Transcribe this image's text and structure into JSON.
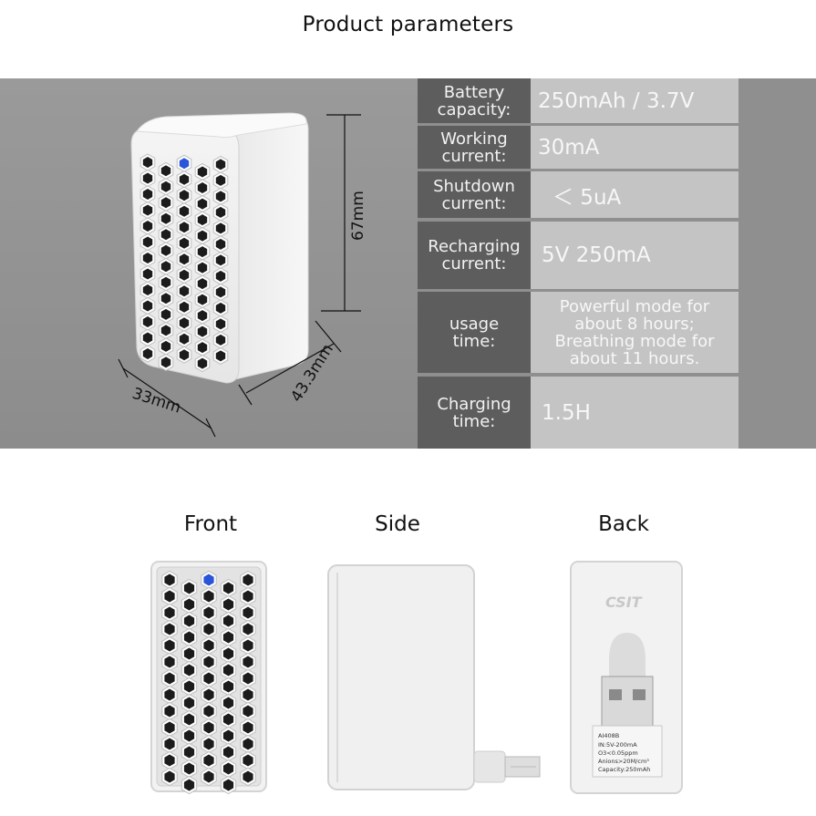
{
  "title": "Product parameters",
  "params": [
    {
      "label": "Battery\ncapacity:",
      "value": "250mAh / 3.7V"
    },
    {
      "label": "Working\ncurrent:",
      "value": "30mA"
    },
    {
      "label": "Shutdown\ncurrent:",
      "value": "＜ 5uA"
    },
    {
      "label": "Recharging\ncurrent:",
      "value": "5V 250mA"
    },
    {
      "label": "usage\ntime:",
      "value": "Powerful mode for about 8 hours; Breathing mode for about 11 hours."
    },
    {
      "label": "Charging\ntime:",
      "value": "1.5H"
    }
  ],
  "dimensions": {
    "height": "67mm",
    "depth": "43.3mm",
    "width": "33mm"
  },
  "views": {
    "front": "Front",
    "side": "Side",
    "back": "Back"
  },
  "back_label": {
    "brand": "CSIT",
    "model": "AI408B",
    "specs": [
      "IN:5V-200mA",
      "O3<0.05ppm",
      "Anions>20M/cm³",
      "Capacity:250mAh"
    ]
  },
  "colors": {
    "label_bg": "#5d5d5d",
    "value_bg": "#c4c4c4",
    "band_bg": "#8f8f8f",
    "indicator": "#2a55d8"
  }
}
